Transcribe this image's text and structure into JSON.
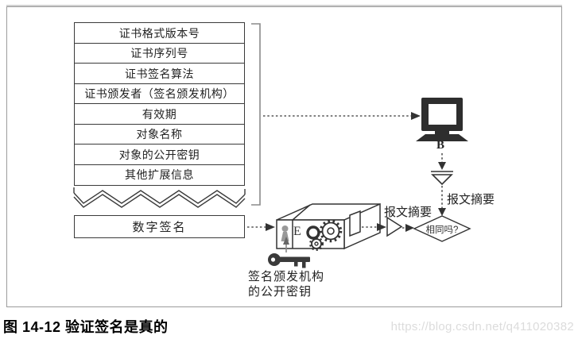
{
  "figure": {
    "caption": "图 14-12  验证签名是真的",
    "watermark": "https://blog.csdn.net/q411020382"
  },
  "certificate": {
    "rows": [
      "证书格式版本号",
      "证书序列号",
      "证书签名算法",
      "证书颁发者（签名颁发机构）",
      "有效期",
      "对象名称",
      "对象的公开密钥",
      "其他扩展信息"
    ],
    "signature_label": "数字签名"
  },
  "receiver": {
    "label": "B"
  },
  "decryptor": {
    "label": "E",
    "key_caption_line1": "签名颁发机构",
    "key_caption_line2": "的公开密钥"
  },
  "digests": {
    "vertical_label": "报文摘要",
    "horizontal_label": "报文摘要"
  },
  "decision": {
    "label": "相同吗?"
  },
  "colors": {
    "line": "#3a3a3a",
    "fill_dark": "#2e2e2e",
    "watermark": "#dcdcdc"
  }
}
